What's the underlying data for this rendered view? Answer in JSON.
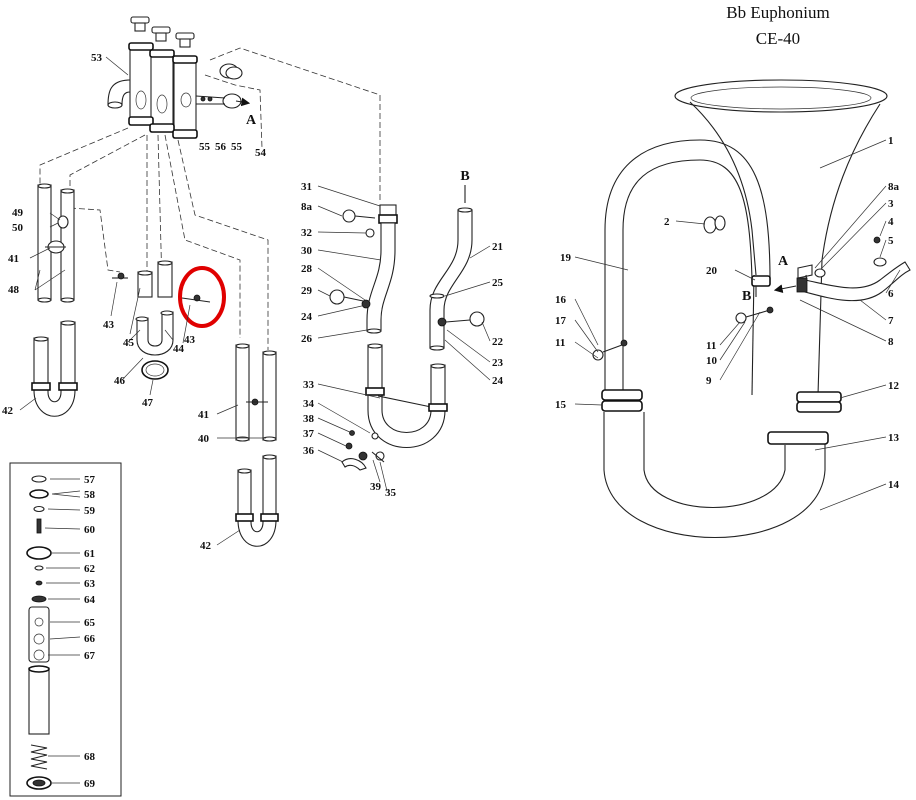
{
  "title": {
    "line1": "Bb Euphonium",
    "line2": "CE-40"
  },
  "letters": {
    "a_top": "A",
    "a_right": "A",
    "b_top": "B",
    "b_right": "B"
  },
  "labels": {
    "n53": "53",
    "n56": "56",
    "n55a": "55",
    "n55b": "55",
    "n54": "54",
    "n49": "49",
    "n50": "50",
    "n41a": "41",
    "n48": "48",
    "n42a": "42",
    "n43a": "43",
    "n45": "45",
    "n44": "44",
    "n43b": "43",
    "n46": "46",
    "n47": "47",
    "n41b": "41",
    "n40": "40",
    "n42b": "42",
    "n31": "31",
    "n8a1": "8a",
    "n32": "32",
    "n30": "30",
    "n28": "28",
    "n29": "29",
    "n24a": "24",
    "n26": "26",
    "n21": "21",
    "n25": "25",
    "n22": "22",
    "n23": "23",
    "n24b": "24",
    "n33": "33",
    "n34": "34",
    "n38": "38",
    "n37": "37",
    "n36": "36",
    "n39": "39",
    "n35": "35",
    "n57": "57",
    "n58": "58",
    "n59": "59",
    "n60": "60",
    "n61": "61",
    "n62": "62",
    "n63": "63",
    "n64": "64",
    "n65": "65",
    "n66": "66",
    "n67": "67",
    "n68": "68",
    "n69": "69",
    "n1": "1",
    "n2": "2",
    "n8a2": "8a",
    "n3": "3",
    "n4": "4",
    "n5": "5",
    "n6": "6",
    "n7": "7",
    "n8": "8",
    "n19": "19",
    "n20": "20",
    "n16": "16",
    "n17": "17",
    "n11a": "11",
    "n11b": "11",
    "n10": "10",
    "n9": "9",
    "n12": "12",
    "n13": "13",
    "n14": "14",
    "n15": "15"
  }
}
